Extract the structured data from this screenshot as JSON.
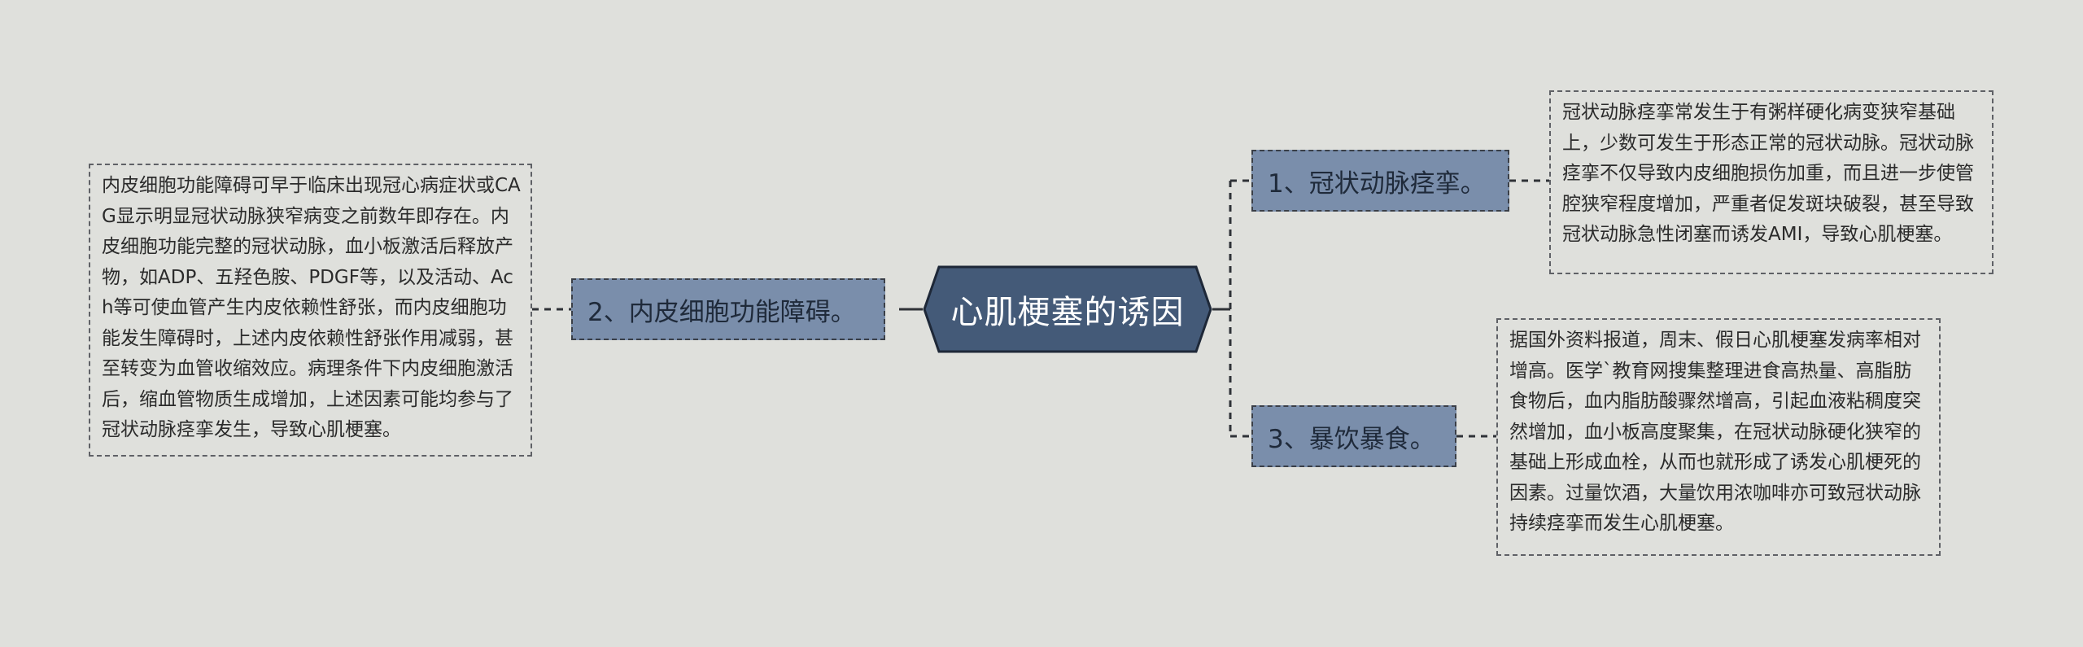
{
  "central": {
    "title": "心肌梗塞的诱因"
  },
  "topics": [
    {
      "id": "t1",
      "label": "1、冠状动脉痉挛。"
    },
    {
      "id": "t2",
      "label": "2、内皮细胞功能障碍。"
    },
    {
      "id": "t3",
      "label": "3、暴饮暴食。"
    }
  ],
  "notes": {
    "t1": "冠状动脉痉挛常发生于有粥样硬化病变狭窄基础上，少数可发生于形态正常的冠状动脉。冠状动脉痉挛不仅导致内皮细胞损伤加重，而且进一步使管腔狭窄程度增加，严重者促发斑块破裂，甚至导致冠状动脉急性闭塞而诱发AMI，导致心肌梗塞。",
    "t2": "内皮细胞功能障碍可早于临床出现冠心病症状或CAG显示明显冠状动脉狭窄病变之前数年即存在。内皮细胞功能完整的冠状动脉，血小板激活后释放产物，如ADP、五羟色胺、PDGF等，以及活动、Ach等可使血管产生内皮依赖性舒张，而内皮细胞功能发生障碍时，上述内皮依赖性舒张作用减弱，甚至转变为血管收缩效应。病理条件下内皮细胞激活后，缩血管物质生成增加，上述因素可能均参与了冠状动脉痉挛发生，导致心肌梗塞。",
    "t3": "据国外资料报道，周末、假日心肌梗塞发病率相对增高。医学`教育网搜集整理进食高热量、高脂肪食物后，血内脂肪酸骤然增高，引起血液粘稠度突然增加，血小板高度聚集，在冠状动脉硬化狭窄的基础上形成血栓，从而也就形成了诱发心肌梗死的因素。过量饮酒，大量饮用浓咖啡亦可致冠状动脉持续痉挛而发生心肌梗塞。"
  },
  "colors": {
    "background": "#dfe0dc",
    "central_fill": "#445a78",
    "central_border": "#1e2838",
    "topic_fill": "#7a8eab",
    "line": "#2f3237"
  }
}
